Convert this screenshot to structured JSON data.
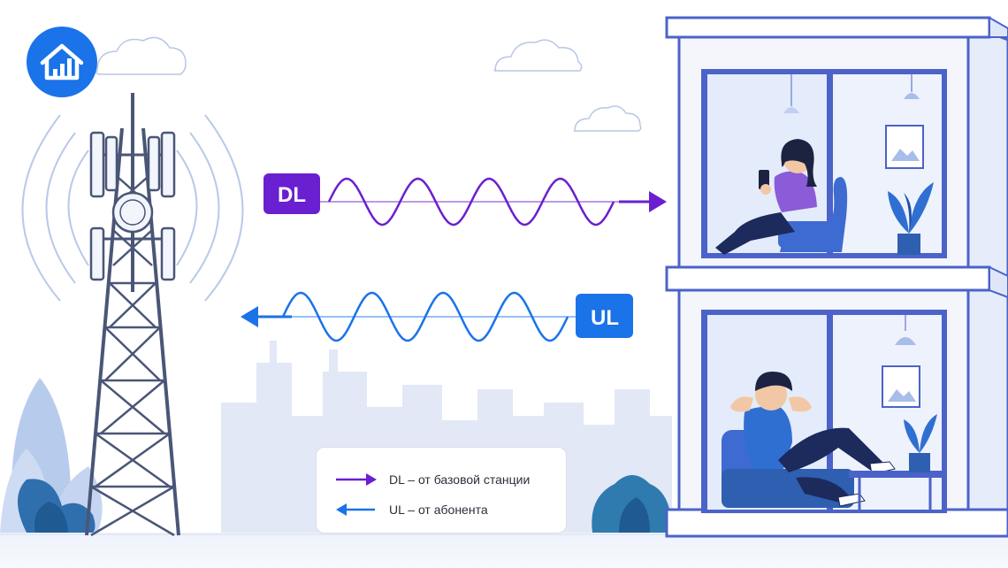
{
  "badges": {
    "dl": {
      "label": "DL",
      "color": "#6a1fd0"
    },
    "ul": {
      "label": "UL",
      "color": "#1a73e8"
    }
  },
  "legend": {
    "items": [
      {
        "text": "DL – от базовой станции",
        "color": "#6a1fd0"
      },
      {
        "text": "UL – от абонента",
        "color": "#1a73e8"
      }
    ]
  },
  "colors": {
    "logo": "#1a73e8",
    "tower": "#4a5677",
    "building": "#4b63c9",
    "wall": "#f4f6fb",
    "glass": "#e4ebfa",
    "plant": "#3f7fc7",
    "city": "#d7e0f4"
  },
  "icons": {
    "logo": "house-signal-icon",
    "dl_arrow": "arrow-right-icon",
    "ul_arrow": "arrow-left-icon"
  }
}
